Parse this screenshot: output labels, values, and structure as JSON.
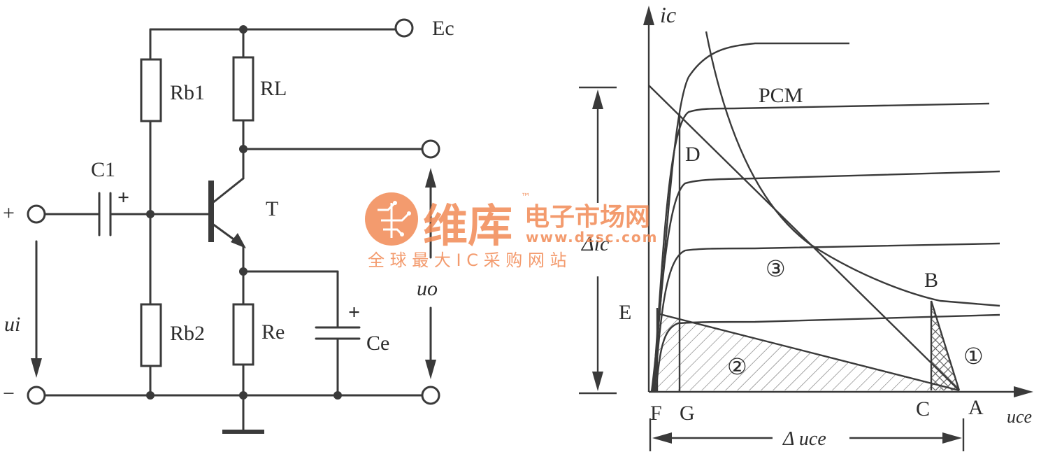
{
  "circuit": {
    "supply_label": "Ec",
    "rb1_label": "Rb1",
    "rl_label": "RL",
    "c1_label": "C1",
    "c1_plus": "+",
    "transistor_label": "T",
    "rb2_label": "Rb2",
    "re_label": "Re",
    "ce_label": "Ce",
    "ce_plus": "+",
    "input_plus": "+",
    "input_minus": "−",
    "input_label": "ui",
    "output_label": "uo"
  },
  "graph": {
    "y_axis_label": "ic",
    "x_axis_label": "uce",
    "pcm_label": "PCM",
    "delta_ic_label": "Δic",
    "delta_uce_label": "Δ uce",
    "points": {
      "a": "A",
      "b": "B",
      "c": "C",
      "d": "D",
      "e": "E",
      "f": "F",
      "g": "G"
    },
    "regions": {
      "r1": "①",
      "r2": "②",
      "r3": "③"
    }
  },
  "watermark": {
    "brand": "维库",
    "tm": "™",
    "tagline": "电子市场网",
    "url": "www.dzsc.com",
    "slogan": "全 球 最 大 I C 采 购 网 站"
  }
}
